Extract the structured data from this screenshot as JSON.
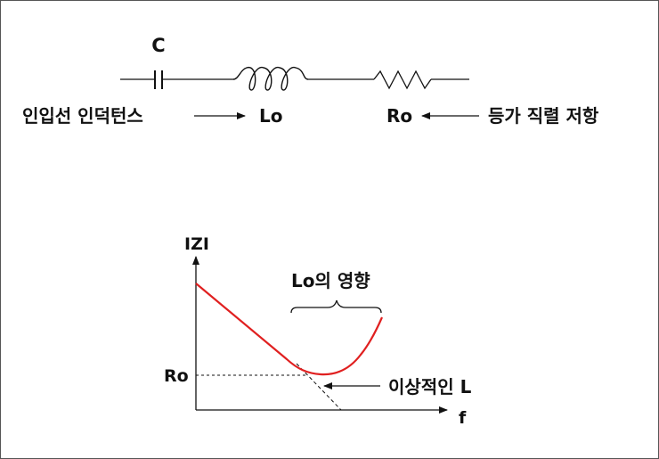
{
  "circuit": {
    "capacitor_label": "C",
    "left_annotation": "인입선 인덕턴스",
    "inductor_label": "Lo",
    "resistor_label": "Ro",
    "right_annotation": "등가 직렬 저항"
  },
  "graph": {
    "y_axis_label": "IZI",
    "x_axis_label": "f",
    "ro_level_label": "Ro",
    "lo_effect_label": "Lo의 영향",
    "ideal_l_label": "이상적인 L",
    "curve_color": "#e02020"
  }
}
